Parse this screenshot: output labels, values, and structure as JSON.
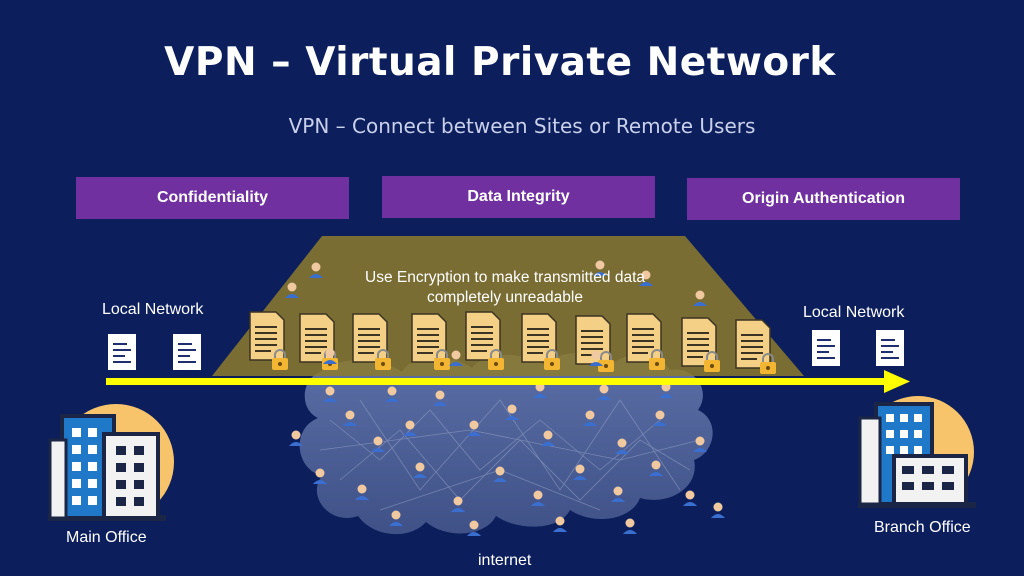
{
  "slide": {
    "title": "VPN – Virtual Private Network",
    "subtitle": "VPN – Connect between Sites or Remote Users"
  },
  "pillars": [
    {
      "label": "Confidentiality"
    },
    {
      "label": "Data Integrity"
    },
    {
      "label": "Origin Authentication"
    }
  ],
  "tunnel": {
    "caption": "Use Encryption to make transmitted data completely unreadable"
  },
  "left_site": {
    "network_label": "Local Network",
    "office_label": "Main Office"
  },
  "right_site": {
    "network_label": "Local Network",
    "office_label": "Branch Office"
  },
  "cloud": {
    "label": "internet"
  },
  "colors": {
    "background": "#0c1f5c",
    "pillar": "#7030a0",
    "tunnel": "#8d7b2c",
    "arrow": "#ffff00",
    "cloud": "#4b5f96",
    "building_blue": "#1f78c8",
    "sun": "#f7c46b"
  }
}
